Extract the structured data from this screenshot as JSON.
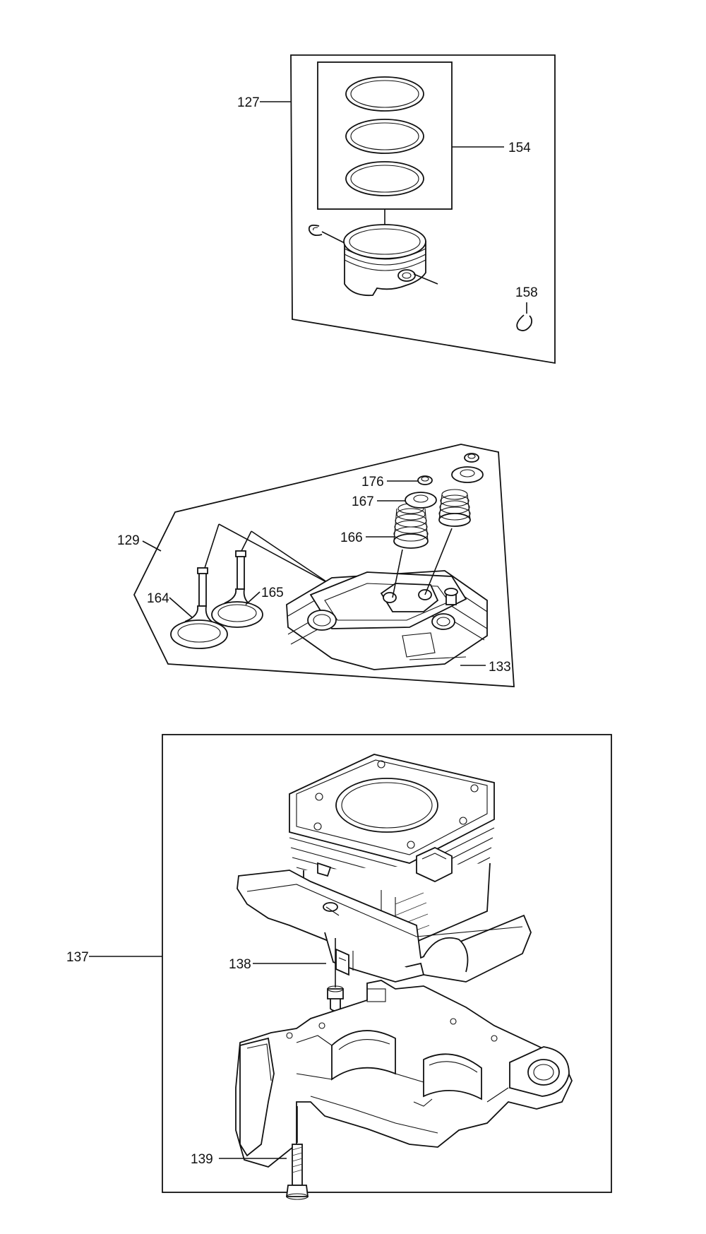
{
  "diagram": {
    "callouts": {
      "c127": "127",
      "c154": "154",
      "c158": "158",
      "c129": "129",
      "c176": "176",
      "c167": "167",
      "c166": "166",
      "c164": "164",
      "c165": "165",
      "c133": "133",
      "c137": "137",
      "c138": "138",
      "c139": "139"
    }
  }
}
